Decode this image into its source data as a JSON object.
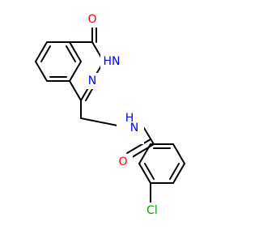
{
  "molecule": {
    "atoms": [
      {
        "id": "O1",
        "label": "O",
        "color": "#ff0000"
      },
      {
        "id": "N1",
        "label": "HN",
        "color": "#0000ff"
      },
      {
        "id": "N2",
        "label": "N",
        "color": "#0000ff"
      },
      {
        "id": "N3",
        "label": "N",
        "color": "#0000ff"
      },
      {
        "id": "H3",
        "label": "H",
        "color": "#0000ff"
      },
      {
        "id": "O2",
        "label": "O",
        "color": "#ff0000"
      },
      {
        "id": "Cl",
        "label": "Cl",
        "color": "#00aa00"
      }
    ]
  }
}
